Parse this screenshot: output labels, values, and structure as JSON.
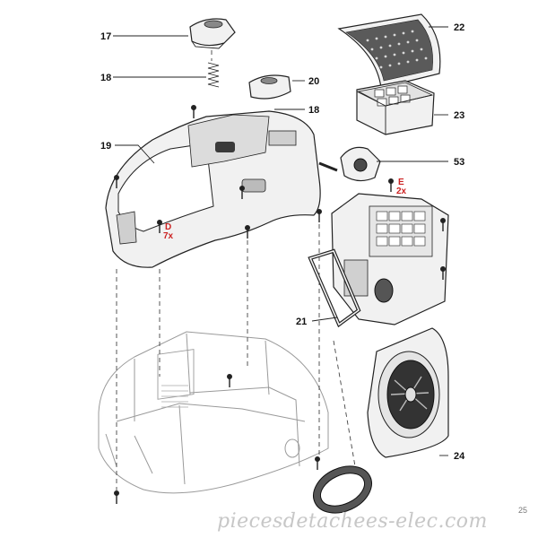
{
  "callouts": {
    "c17": "17",
    "c18a": "18",
    "c18b": "18",
    "c19": "19",
    "c20": "20",
    "c21": "21",
    "c22": "22",
    "c23": "23",
    "c24": "24",
    "c53": "53"
  },
  "screw_notes": {
    "d_letter": "D",
    "d_qty": "7x",
    "e_letter": "E",
    "e_qty": "2x"
  },
  "watermark": "piecesdetachees-elec.com",
  "page_number": "25",
  "colors": {
    "outline": "#222222",
    "screw_note": "#cc2222",
    "watermark": "#c7c7c7"
  }
}
